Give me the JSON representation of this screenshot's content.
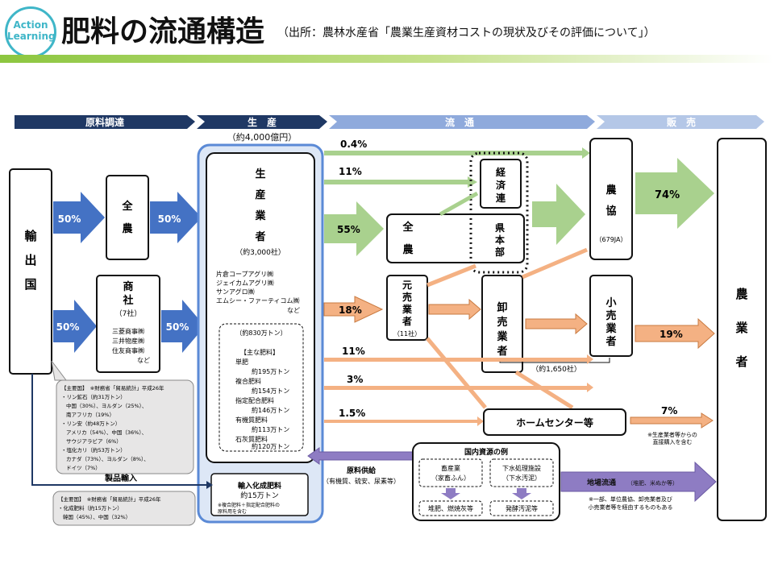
{
  "header": {
    "logo": [
      "Action",
      "Learning"
    ],
    "title": "肥料の流通構造",
    "subtitle": "（出所：農林水産省「農業生産資材コストの現状及びその評価について」）"
  },
  "stages": [
    "原料調達",
    "生　産",
    "流　通",
    "販　売"
  ],
  "production_total": "（約4,000億円）",
  "nodes": {
    "import_country": "輸出国",
    "zennoh_top": "全農",
    "trading_company": "商社",
    "trading_count": "（7社）",
    "trading_names": [
      "三菱商事㈱",
      "三井物産㈱",
      "住友商事㈱",
      "など"
    ],
    "producer": "生産業者",
    "producer_count": "（約3,000社）",
    "producer_names": [
      "片倉コープアグリ㈱",
      "ジェイカムアグリ㈱",
      "サンアグロ㈱",
      "エムシー・ファーティコム㈱",
      "など"
    ],
    "fert_total": "（約830万トン）",
    "fert_header": "【主な肥料】",
    "fert_items": [
      "単肥",
      "約195万トン",
      "複合肥料",
      "約154万トン",
      "指定配合肥料",
      "約146万トン",
      "有機質肥料",
      "約113万トン",
      "石灰質肥料",
      "約120万トン"
    ],
    "keizairen": "経済連",
    "zennoh_mid": "全農",
    "kenhonbu": "県本部",
    "nokyo": "農協",
    "nokyo_count": "（679JA）",
    "motouri": "元売業者",
    "motouri_count": "（11社）",
    "oroshi": "卸売業者",
    "oroshi_count": "（約1,650社）",
    "kouri": "小売業者",
    "farmer": "農業者",
    "home_center": "ホームセンター等",
    "imported_products": "製品輸入",
    "imported_fert": "輸入化成肥料",
    "imported_fert_amount": "約15万トン",
    "imported_fert_note": [
      "※複合肥料＋指定配合肥料の",
      "原料用を含む"
    ]
  },
  "percentages": {
    "import_to_zennoh": "50%",
    "zennoh_to_prod": "50%",
    "import_to_trading": "50%",
    "trading_to_prod": "50%",
    "route_0_4": "0.4%",
    "route_11a": "11%",
    "route_55": "55%",
    "route_18": "18%",
    "route_11b": "11%",
    "route_3": "3%",
    "route_1_5": "1.5%",
    "nokyo_to_farmer": "74%",
    "kouri_to_farmer": "19%",
    "home_to_farmer": "7%"
  },
  "notes": {
    "home_center_note": [
      "※生産業者等からの",
      "直接購入を含む"
    ],
    "major_countries_box": [
      "【主要国】　※財務省「貿易統計」平成26年",
      "・リン鉱石（約31万トン）",
      "中国（30%）、ヨルダン（25%）、",
      "南アフリカ（19%）",
      "・リン安（約48万トン）",
      "アメリカ（54%）、中国（36%）、",
      "サウジアラビア（6%）",
      "・塩化カリ（約53万トン）",
      "カナダ（73%）、ヨルダン（8%）、",
      "ドイツ（7%）"
    ],
    "major_countries_box2": [
      "【主要国】　※財務省「貿易統計」平成26年",
      "・化成肥料（約15万トン）",
      "韓国（45%）、中国（32%）"
    ]
  },
  "domestic": {
    "title": "国内資源の例",
    "supply": "原料供給",
    "supply_detail": "（有機質、硫安、尿素等）",
    "livestock": [
      "畜産業",
      "（家畜ふん）"
    ],
    "sewage": [
      "下水処理施設",
      "（下水汚泥）"
    ],
    "livestock_out": "堆肥、燃焼灰等",
    "sewage_out": "発酵汚泥等",
    "local": "地場流通",
    "local_detail": "（堆肥、米ぬか等）",
    "local_note": [
      "※一部、単位農協、卸売業者及び",
      "小売業者等を経由するものもある"
    ]
  },
  "colors": {
    "stage_dark": "#1f3864",
    "stage_light": "#8faadc",
    "blue_arrow": "#4472c4",
    "green_arrow": "#a9d18e",
    "orange_arrow": "#f4b183",
    "purple_arrow": "#8e7cc3",
    "producer_bg": "#dde7f6",
    "logo": "#3fb6c8",
    "header_bar": "#8cc63f"
  }
}
